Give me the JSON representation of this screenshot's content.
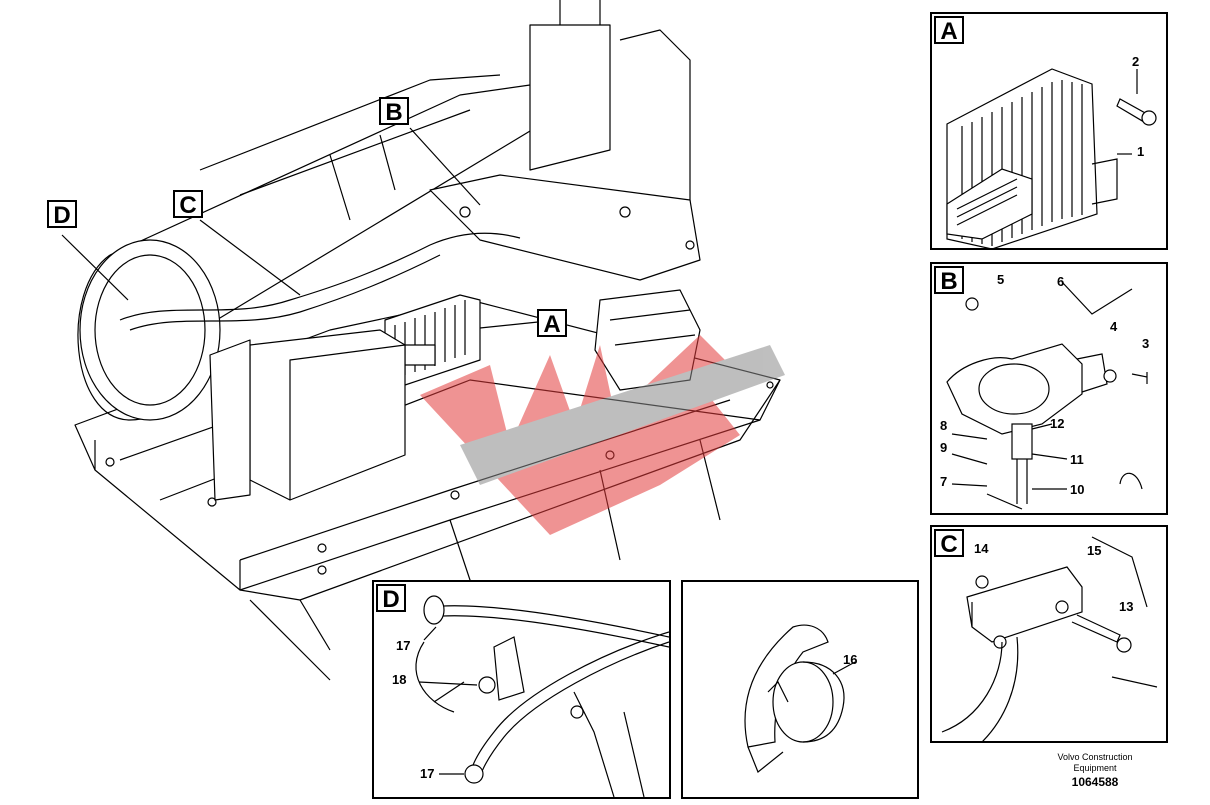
{
  "main_view": {
    "labels": {
      "a": "A",
      "b": "B",
      "c": "C",
      "d": "D"
    }
  },
  "detail_a": {
    "letter": "A",
    "callouts": {
      "c1": "1",
      "c2": "2"
    }
  },
  "detail_b": {
    "letter": "B",
    "callouts": {
      "c3": "3",
      "c4": "4",
      "c5": "5",
      "c6": "6",
      "c7": "7",
      "c8": "8",
      "c9": "9",
      "c10": "10",
      "c11": "11",
      "c12": "12"
    }
  },
  "detail_c": {
    "letter": "C",
    "callouts": {
      "c13": "13",
      "c14": "14",
      "c15": "15"
    }
  },
  "detail_d": {
    "letter": "D",
    "callouts": {
      "c17a": "17",
      "c18": "18",
      "c17b": "17"
    }
  },
  "detail_16": {
    "callouts": {
      "c16": "16"
    }
  },
  "footer": {
    "company_line1": "Volvo Construction",
    "company_line2": "Equipment",
    "drawing_number": "1064588"
  },
  "colors": {
    "watermark": "#e23b3b",
    "watermark_gray": "#8a8a8a"
  }
}
